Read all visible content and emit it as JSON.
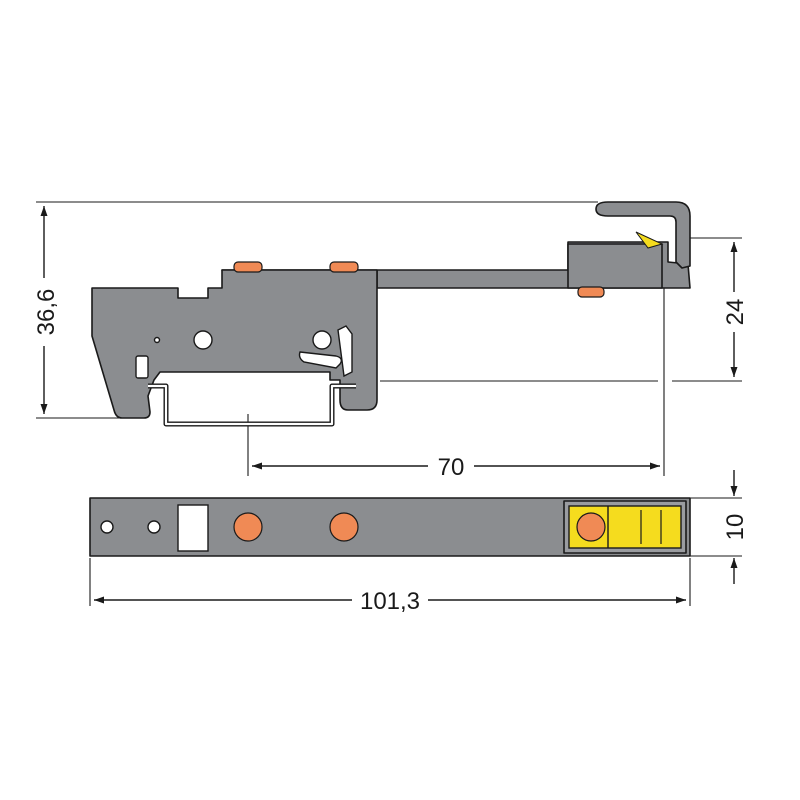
{
  "drawing": {
    "title": "",
    "colors": {
      "housing": "#8b8d90",
      "marker_orange": "#f08a55",
      "lever_yellow": "#f5dc1e",
      "line": "#1a1a1a"
    }
  },
  "dimensions": {
    "height_total": "36,6",
    "height_right": "24",
    "width_rail": "70",
    "width_total": "101,3",
    "thickness": "10"
  }
}
